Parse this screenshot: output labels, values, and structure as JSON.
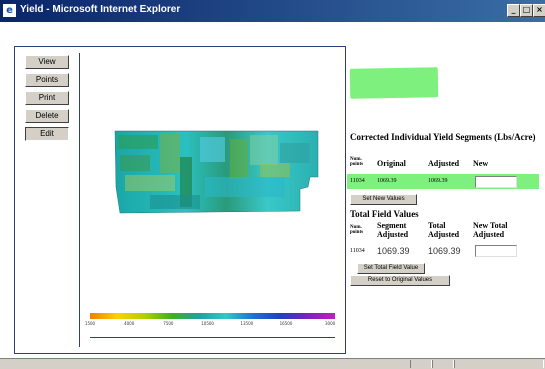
{
  "window": {
    "title": "Yield - Microsoft Internet Explorer"
  },
  "nav": {
    "items": [
      {
        "label": "View"
      },
      {
        "label": "Points"
      },
      {
        "label": "Print"
      },
      {
        "label": "Delete"
      },
      {
        "label": "Edit"
      }
    ]
  },
  "legend": {
    "ticks": [
      "1500",
      "4000",
      "7500",
      "10500",
      "13500",
      "16500",
      "3000"
    ]
  },
  "corrected": {
    "title": "Corrected Individual Yield Segments (Lbs/Acre)",
    "headers": {
      "num_points": "Num. points",
      "original": "Original",
      "adjusted": "Adjusted",
      "new": "New"
    },
    "row": {
      "num_points": "11034",
      "original": "1069.39",
      "adjusted": "1069.39",
      "new": ""
    },
    "set_button": "Set New Values"
  },
  "total": {
    "title": "Total Field Values",
    "headers": {
      "num_points": "Num. points",
      "segment_adjusted": "Segment Adjusted",
      "total_adjusted": "Total Adjusted",
      "new_total": "New Total Adjusted"
    },
    "row": {
      "num_points": "11034",
      "segment_adjusted": "1069.39",
      "total_adjusted": "1069.39",
      "new_total": ""
    },
    "set_button": "Set Total Field Value",
    "reset_button": "Reset to Original Values"
  },
  "colors": {
    "highlight_row": "#7ef07e",
    "frame": "#2b3f7a"
  }
}
